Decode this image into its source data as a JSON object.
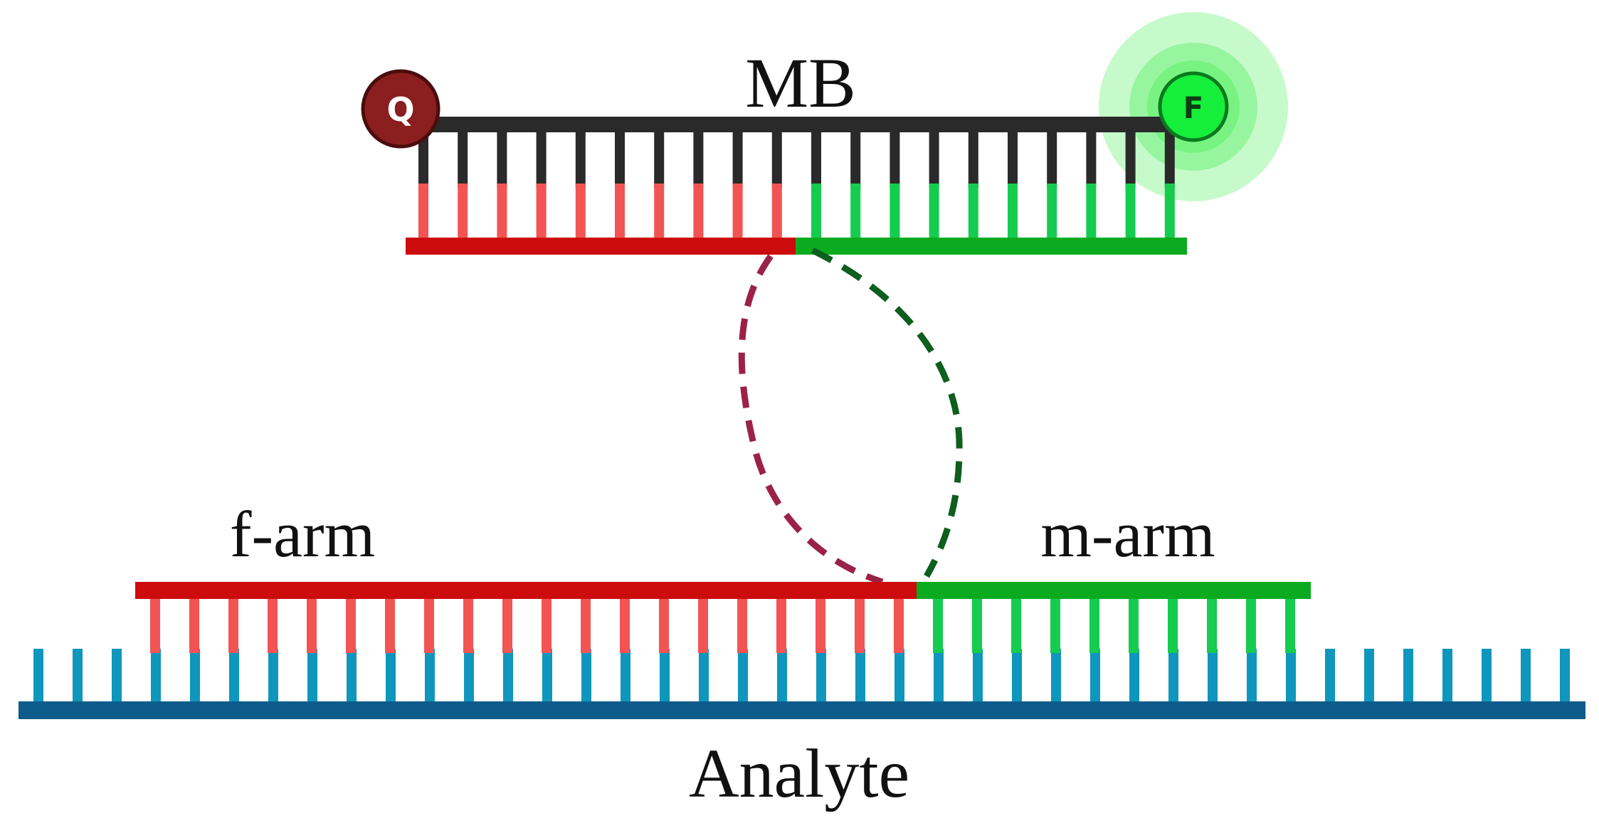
{
  "labels": {
    "mb": "MB",
    "f_arm": "f-arm",
    "m_arm": "m-arm",
    "analyte": "Analyte",
    "quencher": "Q",
    "fluorophore": "F"
  },
  "colors": {
    "mb_strand": "#2a2a2a",
    "f_strand": "#cc0c0c",
    "f_teeth": "#f25454",
    "m_strand": "#0aab1e",
    "m_teeth": "#15cc4f",
    "analyte_strand": "#0d5c8c",
    "analyte_teeth": "#0f96bd",
    "quencher_fill": "#8b1e1e",
    "fluor_fill": "#16ee3c",
    "glow": "#5ef06a",
    "linker_f": "#9b2247",
    "linker_m": "#0e5e1e"
  }
}
